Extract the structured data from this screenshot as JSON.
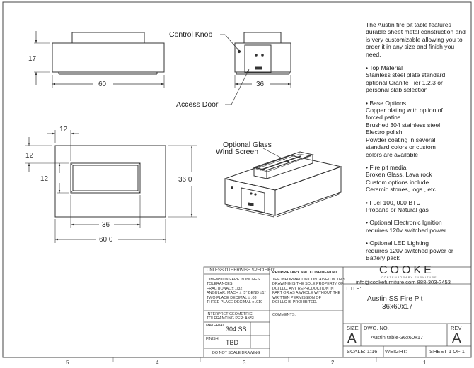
{
  "drawing": {
    "labels": {
      "control_knob": "Control Knob",
      "access_door": "Access Door",
      "glass_line1": "Optional Glass",
      "glass_line2": "Wind Screen"
    },
    "dimensions": {
      "front_width": "60",
      "front_height": "17",
      "side_width": "36",
      "top_burner_offset_top": "12",
      "top_burner_offset_left": "12",
      "top_burner_inner_left": "12",
      "top_depth": "36.0",
      "top_burner_length": "36",
      "top_width": "60.0"
    },
    "zone_numbers": [
      "5",
      "4",
      "3",
      "2",
      "1"
    ]
  },
  "notes": {
    "intro": "The Austin fire pit table features durable sheet metal construction and is very customizable allowing you to order it in any size and finish you need.",
    "sections": [
      {
        "lines": [
          "• Top Material",
          "Stainless steel plate standard,",
          "optional Granite Tier 1,2,3 or",
          "personal slab selection"
        ]
      },
      {
        "lines": [
          "• Base Options",
          "Copper plating with option of",
          "forced patina",
          "Brushed 304 stainless steel",
          "Electro polish",
          "Powder coating in several",
          "standard colors or custom",
          "colors are available"
        ]
      },
      {
        "lines": [
          "• Fire pit media",
          "Broken Glass, Lava rock",
          "Custom options include",
          "Ceramic stones, logs , etc."
        ]
      },
      {
        "lines": [
          "• Fuel  100, 000 BTU",
          "Propane or Natural gas"
        ]
      },
      {
        "lines": [
          "• Optional Electronic Ignition",
          "requires 120v switched power"
        ]
      },
      {
        "lines": [
          "• Optional LED Lighting",
          "requires 120v switched power or",
          "Battery pack"
        ]
      }
    ]
  },
  "title_block": {
    "unless": "UNLESS OTHERWISE SPECIFIED:",
    "tol_lines": [
      "DIMENSIONS ARE IN INCHES",
      "TOLERANCES:",
      "FRACTIONAL ± 1/32",
      "ANGULAR: MACH ± .5°  BEND ±1°",
      "TWO PLACE DECIMAL    ± .03",
      "THREE PLACE DECIMAL  ± .010"
    ],
    "interpret": [
      "INTERPRET GEOMETRIC",
      "TOLERANCING PER: ANSI"
    ],
    "material_label": "MATERIAL",
    "material": "304 SS",
    "finish_label": "FINISH",
    "finish": "TBD",
    "do_not_scale": "DO NOT SCALE DRAWING",
    "proprietary_title": "PROPRIETARY AND CONFIDENTIAL",
    "proprietary_lines": [
      "THE INFORMATION CONTAINED IN THIS",
      "DRAWING IS THE SOLE PROPERTY OF",
      "DCI LLC.  ANY REPRODUCTION IN",
      "PART OR AS A WHOLE WITHOUT THE",
      "WRITTEN PERMISSION OF",
      "DCI LLC IS PROHIBITED."
    ],
    "comments_label": "COMMENTS:",
    "company": "COOKE",
    "company_sub": "CONTEMPORARY FURNITURE",
    "contact": "info@cookefurniture.com 888-303-2453",
    "title_label": "TITLE:",
    "title_line1": "Austin SS Fire Pit",
    "title_line2": "36x60x17",
    "size_label": "SIZE",
    "size": "A",
    "dwg_label": "DWG.  NO.",
    "dwg_no": "Austin table-36x60x17",
    "rev_label": "REV",
    "rev": "A",
    "scale": "SCALE: 1:16",
    "weight": "WEIGHT:",
    "sheet": "SHEET 1 OF 1"
  }
}
